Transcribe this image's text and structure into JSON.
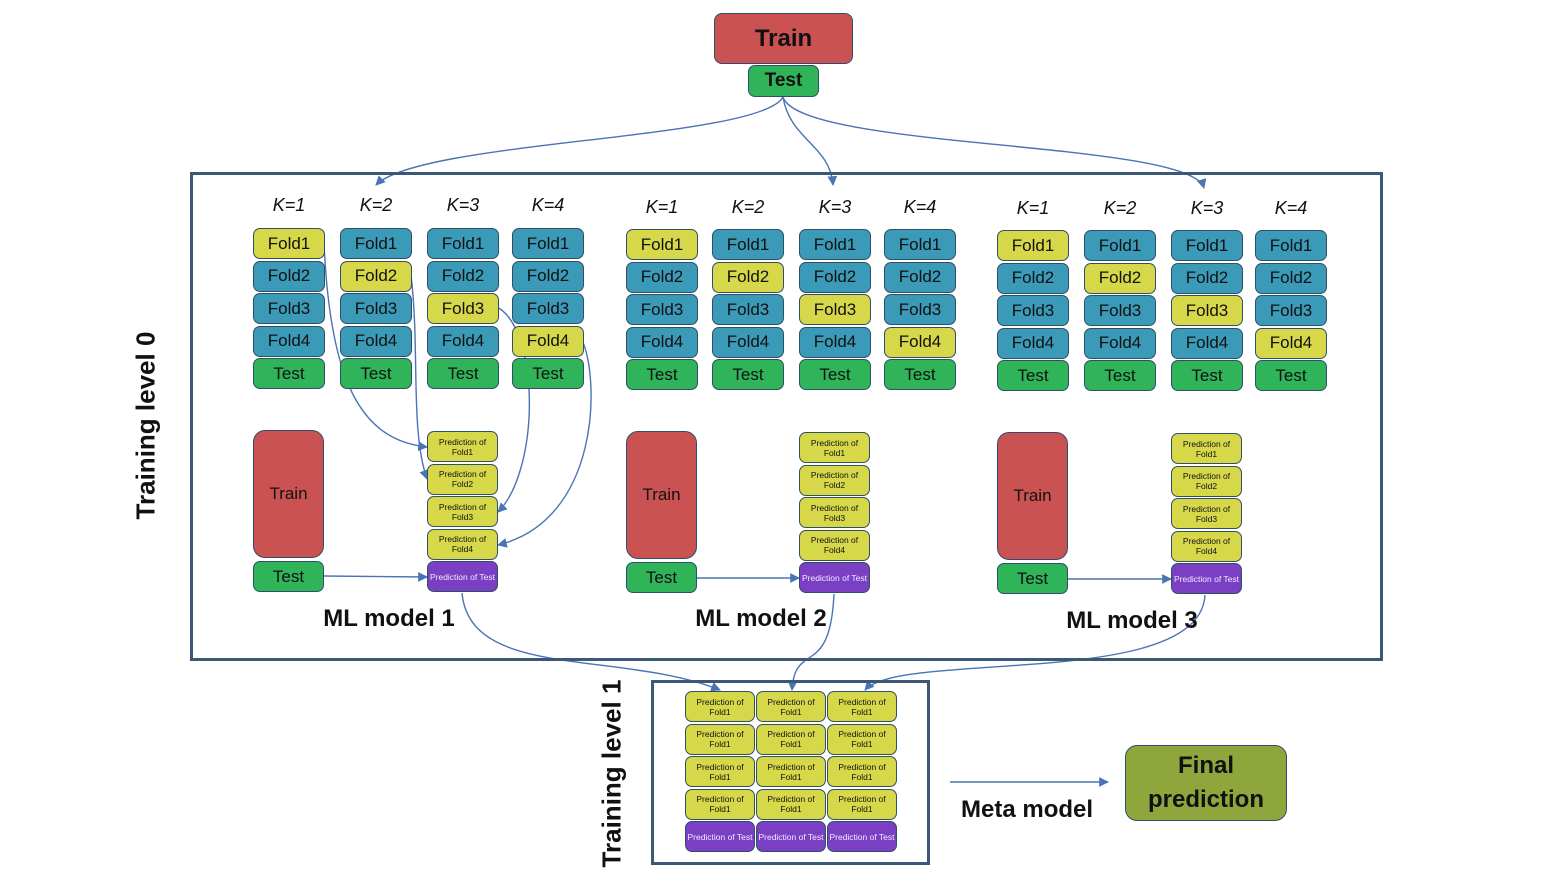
{
  "top": {
    "train_label": "Train",
    "test_label": "Test"
  },
  "k_labels": [
    "K=1",
    "K=2",
    "K=3",
    "K=4"
  ],
  "fold_labels": [
    "Fold1",
    "Fold2",
    "Fold3",
    "Fold4"
  ],
  "test_label": "Test",
  "train_label": "Train",
  "prediction_labels": [
    "Prediction of Fold1",
    "Prediction of Fold2",
    "Prediction of Fold3",
    "Prediction of Fold4",
    "Prediction of Test"
  ],
  "models": [
    {
      "title": "ML model 1"
    },
    {
      "title": "ML model 2"
    },
    {
      "title": "ML model 3"
    }
  ],
  "level0_label": "Training level 0",
  "level1_label": "Training level 1",
  "level1_grid": {
    "fold_cell_label": "Prediction of Fold1",
    "test_cell_label": "Prediction of Test"
  },
  "meta_model_label": "Meta model",
  "final_prediction": {
    "line1": "Final",
    "line2": "prediction"
  },
  "colors": {
    "train": "#cb5252",
    "test": "#2fb45a",
    "held_out_fold": "#d6d84a",
    "training_fold": "#3b9ab8",
    "test_prediction": "#7b3fc4",
    "final_prediction": "#8fa63c",
    "arrow": "#4a74b4"
  }
}
